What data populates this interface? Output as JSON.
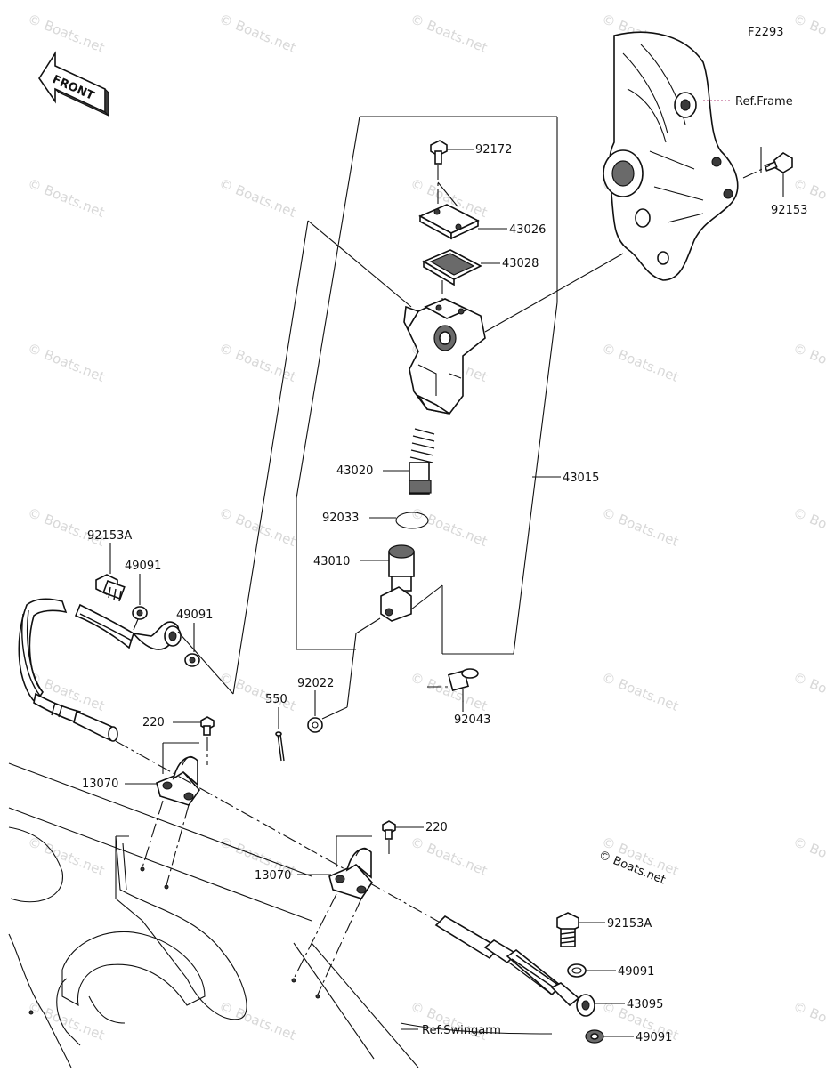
{
  "diagram_code": "F2293",
  "front_arrow_label": "FRONT",
  "copyright_badge": "© Boats.net",
  "watermark_text": "© Boats.net",
  "reference_labels": {
    "frame": "Ref.Frame",
    "swingarm": "Ref.Swingarm"
  },
  "part_labels": {
    "p92172": "92172",
    "p43026": "43026",
    "p43028": "43028",
    "p92153_top": "92153",
    "p43015": "43015",
    "p43020": "43020",
    "p92033": "92033",
    "p43010": "43010",
    "p92153A_left": "92153A",
    "p49091_a": "49091",
    "p49091_b": "49091",
    "p550": "550",
    "p92022": "92022",
    "p92043": "92043",
    "p220_a": "220",
    "p13070_a": "13070",
    "p220_b": "220",
    "p13070_b": "13070",
    "p92153A_right": "92153A",
    "p49091_c": "49091",
    "p43095": "43095",
    "p49091_d": "49091"
  },
  "colors": {
    "line": "#111111",
    "background": "#ffffff",
    "watermark": "#d8d8d8",
    "shading": "#6a6a6a"
  }
}
